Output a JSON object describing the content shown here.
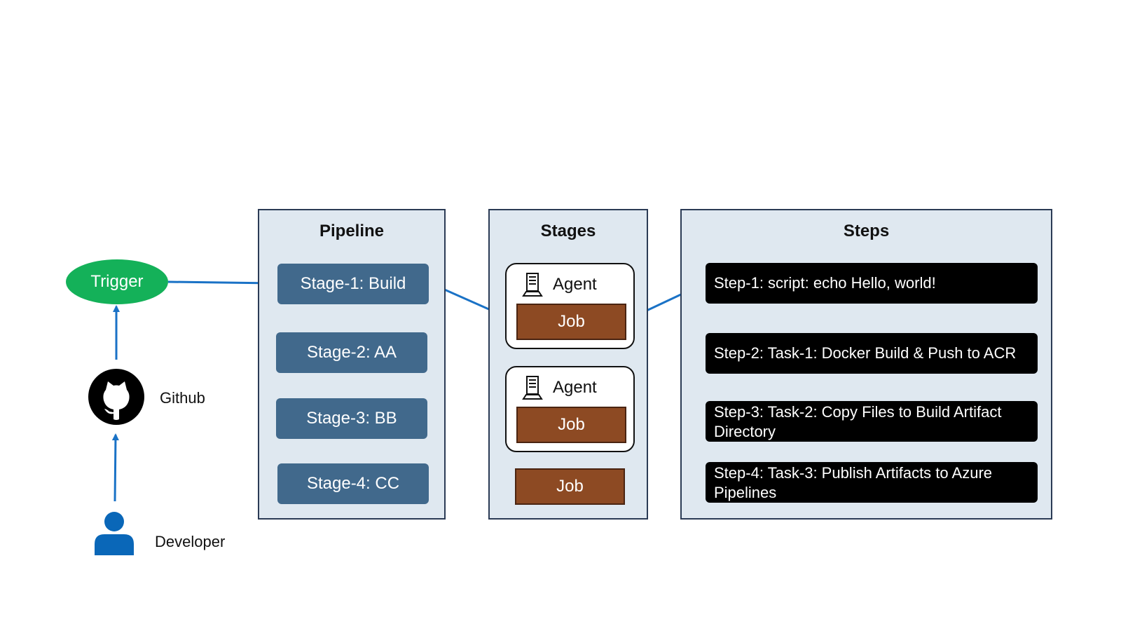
{
  "trigger": {
    "label": "Trigger",
    "color": "#14b159"
  },
  "source": {
    "label": "Github",
    "icon": "github-icon"
  },
  "actor": {
    "label": "Developer",
    "icon": "person-icon",
    "color": "#0a67b8"
  },
  "pipeline": {
    "title": "Pipeline",
    "stages": [
      {
        "label": "Stage-1: Build"
      },
      {
        "label": "Stage-2: AA"
      },
      {
        "label": "Stage-3: BB"
      },
      {
        "label": "Stage-4: CC"
      }
    ],
    "stage_color": "#41698c"
  },
  "stages_panel": {
    "title": "Stages",
    "agents": [
      {
        "label": "Agent",
        "job": "Job",
        "icon": "server-icon"
      },
      {
        "label": "Agent",
        "job": "Job",
        "icon": "server-icon"
      }
    ],
    "standalone_job": "Job",
    "job_color": "#8d4a23"
  },
  "steps": {
    "title": "Steps",
    "items": [
      {
        "label": "Step-1: script: echo Hello, world!"
      },
      {
        "label": "Step-2: Task-1:  Docker Build & Push to ACR"
      },
      {
        "label": "Step-3: Task-2: Copy Files to Build Artifact Directory"
      },
      {
        "label": "Step-4: Task-3: Publish Artifacts to Azure Pipelines"
      }
    ]
  },
  "colors": {
    "panel_fill": "#dfe8f0",
    "panel_border": "#2b3b55",
    "arrow": "#1a72c6"
  }
}
